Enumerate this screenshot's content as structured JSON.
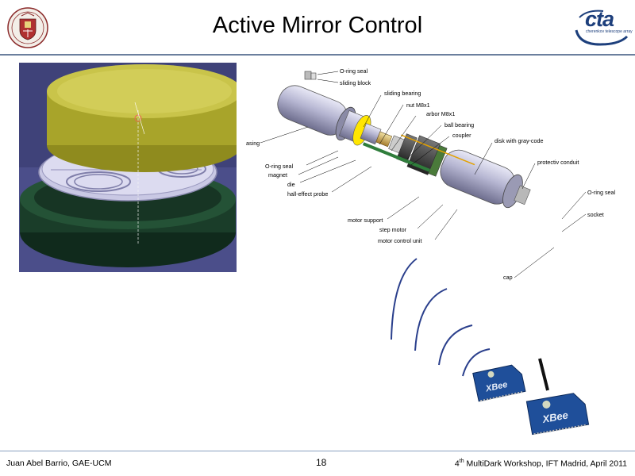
{
  "title": "Active Mirror Control",
  "footer": {
    "author": "Juan Abel Barrio, GAE-UCM",
    "page": "18",
    "event_prefix": "4",
    "event_sup": "th",
    "event_rest": " MultiDark Workshop, IFT Madrid, April 2011"
  },
  "logo": {
    "text": "cta",
    "subtitle": "cherenkov telescope array"
  },
  "actuator_labels": {
    "oring_seal_top": "O-ring seal",
    "sliding_block": "sliding block",
    "sliding_bearing": "sliding bearing",
    "nut": "nut M8x1",
    "arbor": "arbor M8x1",
    "ball_bearing": "ball bearing",
    "coupler": "coupler",
    "disk_gray_code": "disk with gray-code",
    "protective_conduit": "protectiv conduit",
    "housing": "asing",
    "oring_seal_left": "O-ring seal",
    "magnet": "magnet",
    "die": "die",
    "hall_probe": "hall-effect probe",
    "oring_seal_right": "O-ring seal",
    "socket": "socket",
    "motor_support": "motor support",
    "step_motor": "step motor",
    "motor_control_unit": "motor control unit",
    "cap": "cap"
  },
  "xbee_label": "XBee"
}
